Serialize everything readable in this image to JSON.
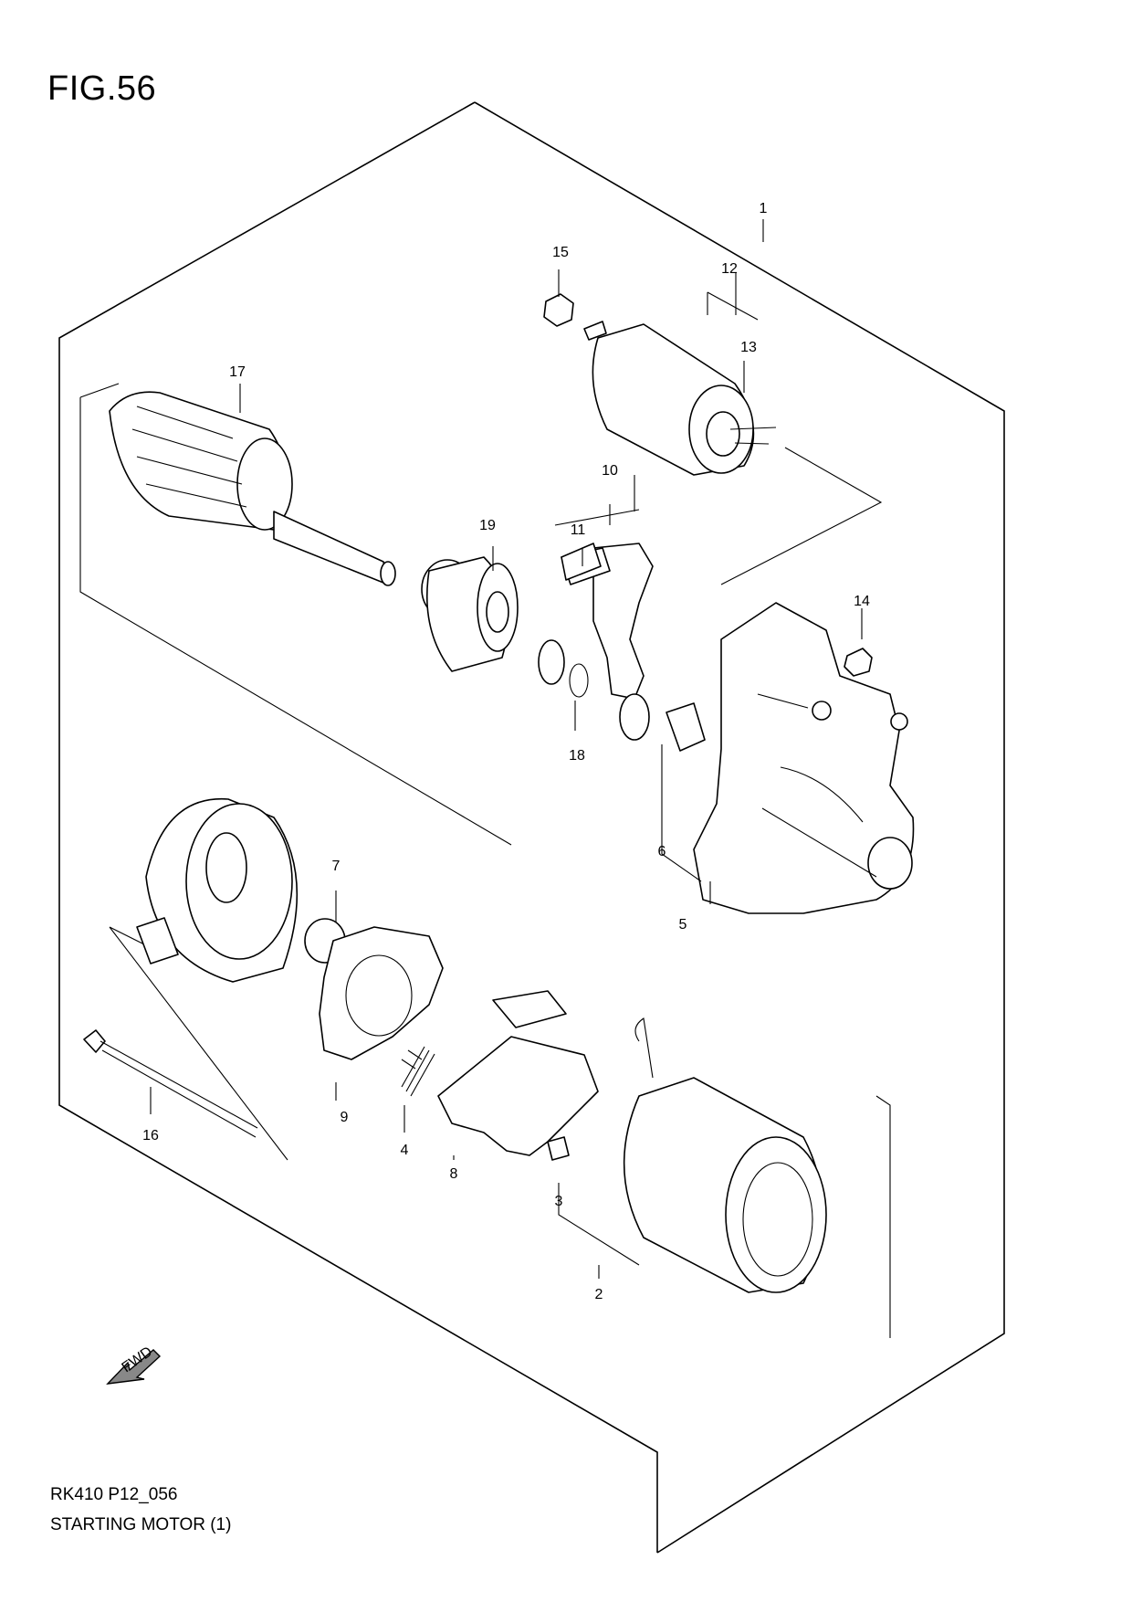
{
  "figure": {
    "title": "FIG.56",
    "code": "RK410 P12_056",
    "caption": "STARTING MOTOR (1)",
    "fwd_label": "FWD"
  },
  "callouts": [
    "1",
    "2",
    "3",
    "4",
    "5",
    "6",
    "7",
    "8",
    "9",
    "10",
    "11",
    "12",
    "13",
    "14",
    "15",
    "16",
    "17",
    "18",
    "19"
  ]
}
